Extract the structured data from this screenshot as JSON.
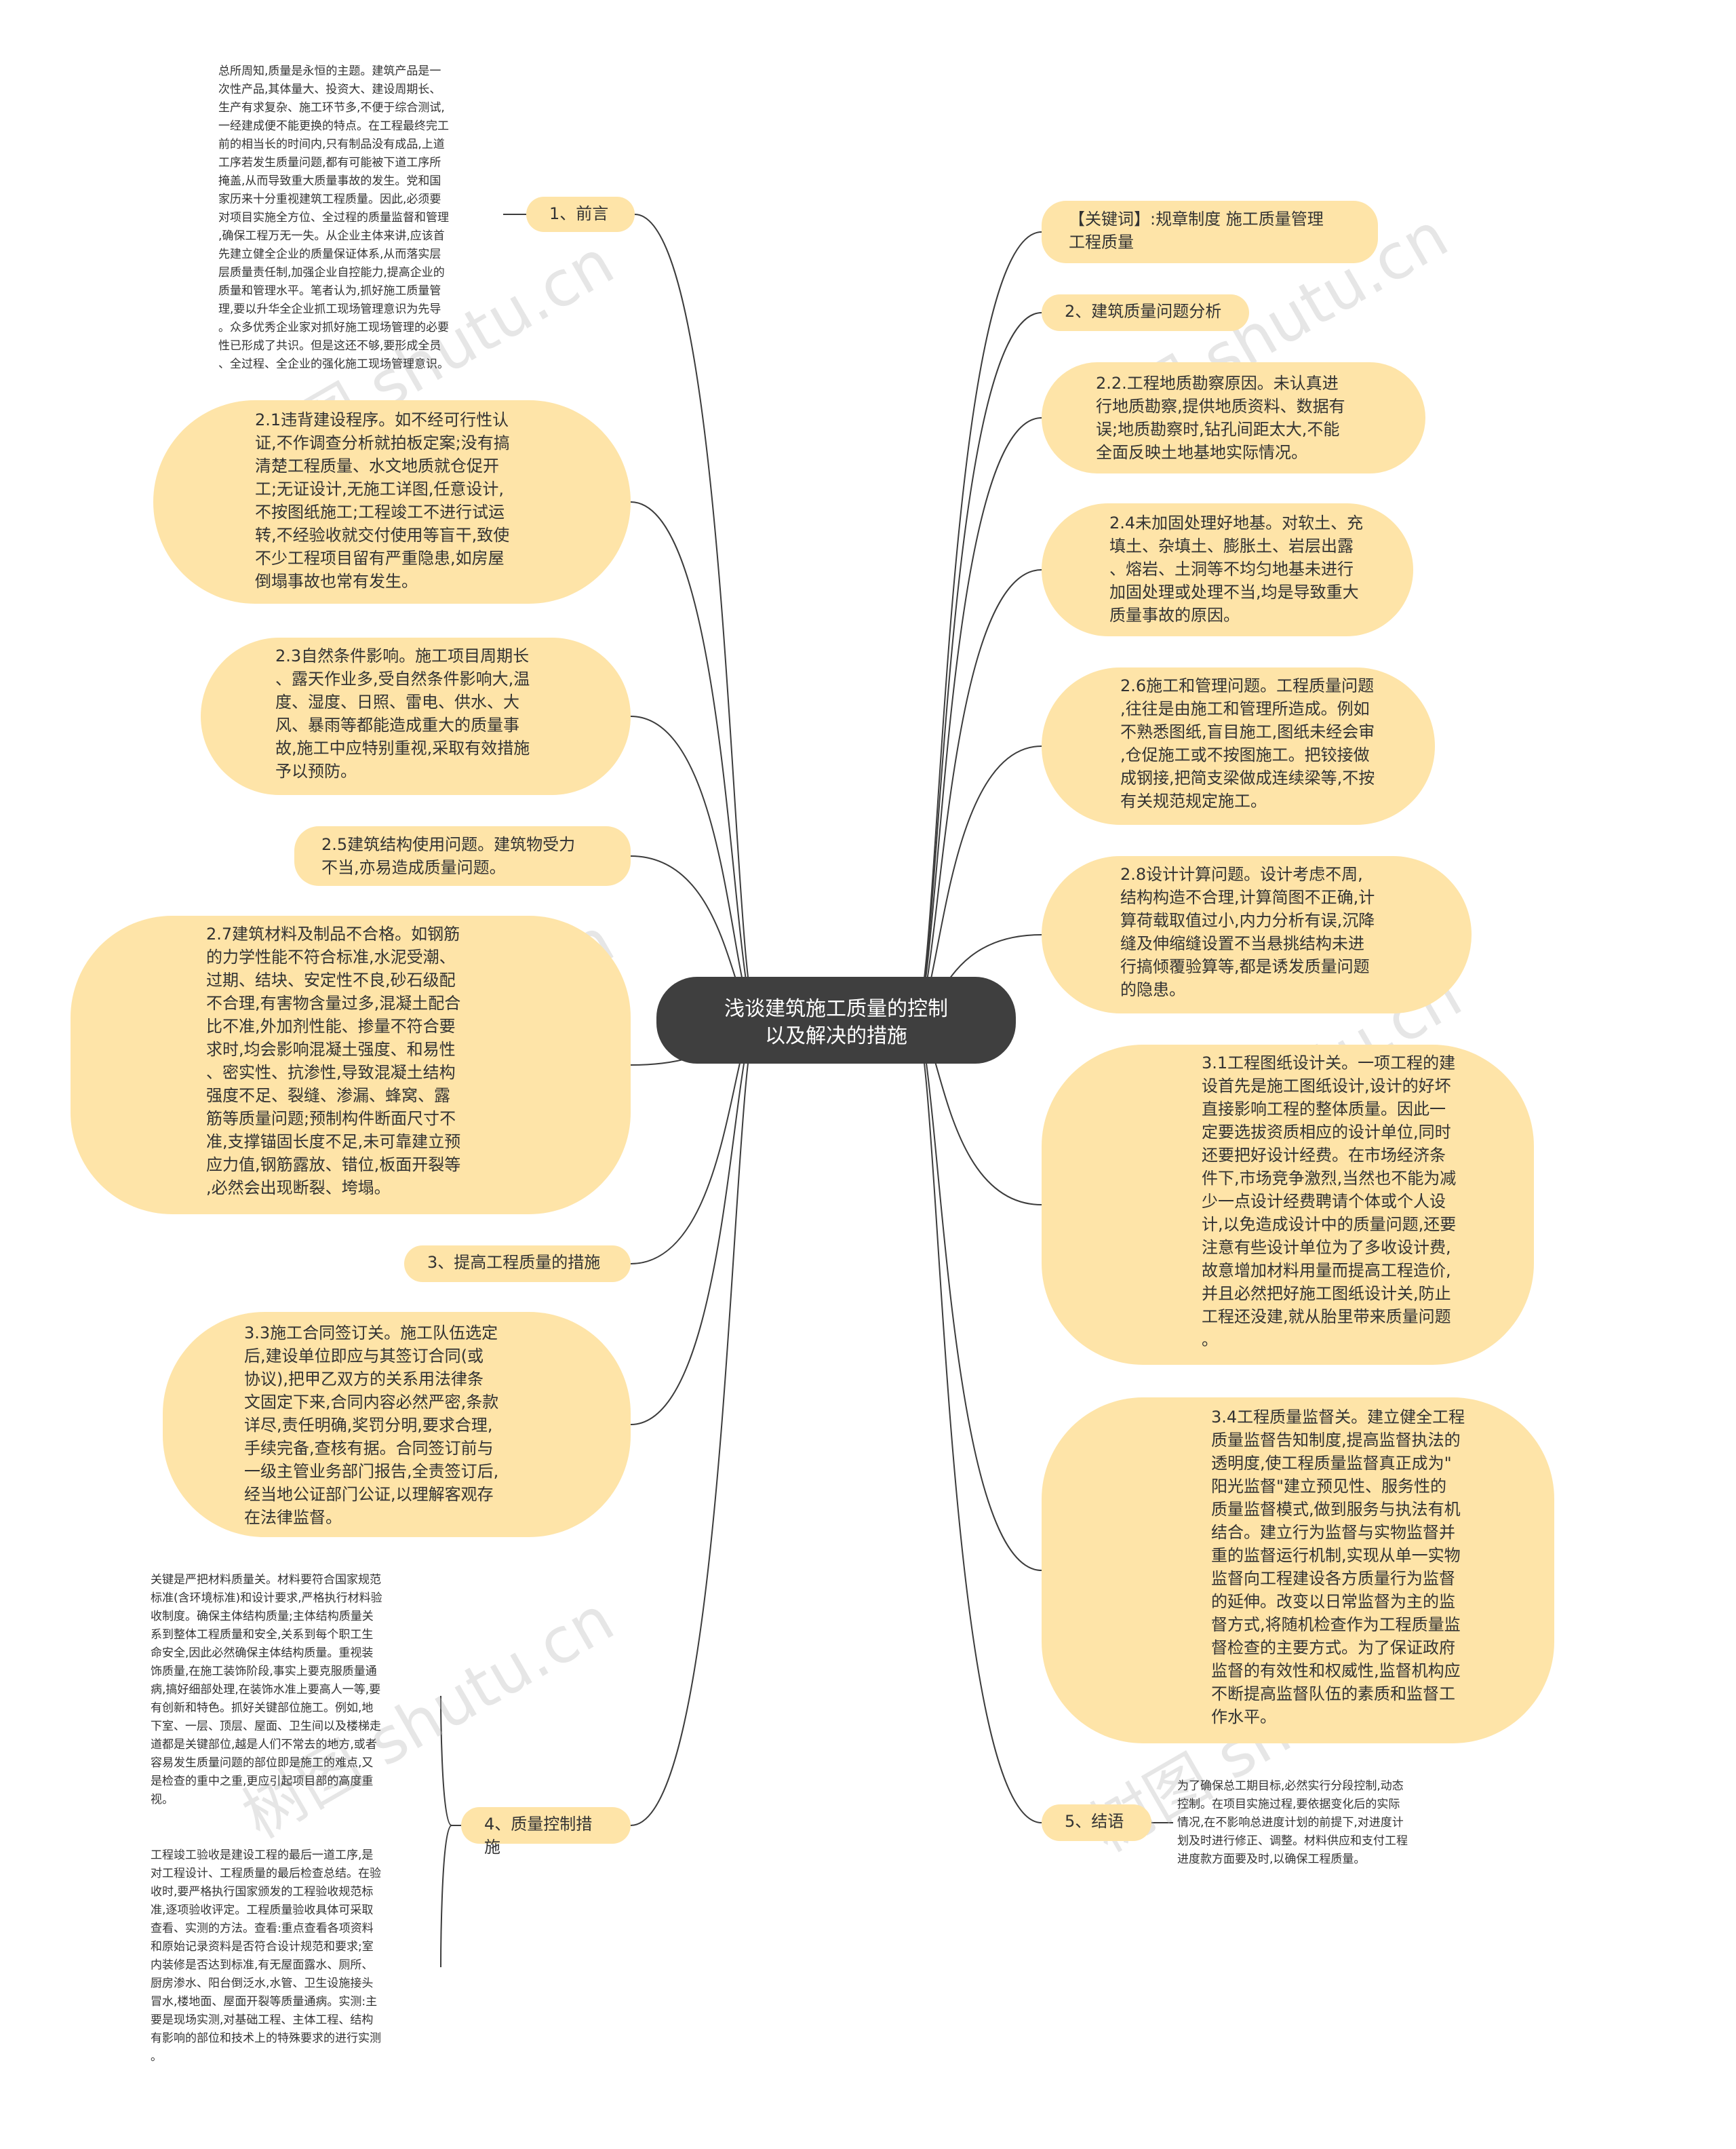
{
  "root": {
    "title": "浅谈建筑施工质量的控制\n以及解决的措施"
  },
  "left": {
    "preface_label": "1、前言",
    "preface_text": "总所周知,质量是永恒的主题。建筑产品是一\n次性产品,其体量大、投资大、建设周期长、\n生产有求复杂、施工环节多,不便于综合测试,\n一经建成便不能更换的特点。在工程最终完工\n前的相当长的时间内,只有制品没有成品,上道\n工序若发生质量问题,都有可能被下道工序所\n掩盖,从而导致重大质量事故的发生。党和国\n家历来十分重视建筑工程质量。因此,必须要\n对项目实施全方位、全过程的质量监督和管理\n,确保工程万无一失。从企业主体来讲,应该首\n先建立健全企业的质量保证体系,从而落实层\n层质量责任制,加强企业自控能力,提高企业的\n质量和管理水平。笔者认为,抓好施工质量管\n理,要以升华全企业抓工现场管理意识为先导\n。众多优秀企业家对抓好施工现场管理的必要\n性已形成了共识。但是这还不够,要形成全员\n、全过程、全企业的强化施工现场管理意识。",
    "n21": "2.1违背建设程序。如不经可行性认\n证,不作调查分析就拍板定案;没有搞\n清楚工程质量、水文地质就仓促开\n工;无证设计,无施工详图,任意设计,\n不按图纸施工;工程竣工不进行试运\n转,不经验收就交付使用等盲干,致使\n不少工程项目留有严重隐患,如房屋\n倒塌事故也常有发生。",
    "n23": "2.3自然条件影响。施工项目周期长\n、露天作业多,受自然条件影响大,温\n度、湿度、日照、雷电、供水、大\n风、暴雨等都能造成重大的质量事\n故,施工中应特别重视,采取有效措施\n予以预防。",
    "n25": "2.5建筑结构使用问题。建筑物受力\n不当,亦易造成质量问题。",
    "n27": "2.7建筑材料及制品不合格。如钢筋\n的力学性能不符合标准,水泥受潮、\n过期、结块、安定性不良,砂石级配\n不合理,有害物含量过多,混凝土配合\n比不准,外加剂性能、掺量不符合要\n求时,均会影响混凝土强度、和易性\n、密实性、抗渗性,导致混凝土结构\n强度不足、裂缝、渗漏、蜂窝、露\n筋等质量问题;预制构件断面尺寸不\n准,支撑锚固长度不足,未可靠建立预\n应力值,钢筋露放、错位,板面开裂等\n,必然会出现断裂、垮塌。",
    "s3_label": "3、提高工程质量的措施",
    "n33": "3.3施工合同签订关。施工队伍选定\n后,建设单位即应与其签订合同(或\n协议),把甲乙双方的关系用法律条\n文固定下来,合同内容必然严密,条款\n详尽,责任明确,奖罚分明,要求合理,\n手续完备,查核有据。合同签订前与\n一级主管业务部门报告,全责签订后,\n经当地公证部门公证,以理解客观存\n在法律监督。",
    "s4_label": "4、质量控制措施",
    "s4_text1": "关键是严把材料质量关。材料要符合国家规范\n标准(含环境标准)和设计要求,严格执行材料验\n收制度。确保主体结构质量;主体结构质量关\n系到整体工程质量和安全,关系到每个职工生\n命安全,因此必然确保主体结构质量。重视装\n饰质量,在施工装饰阶段,事实上要克服质量通\n病,搞好细部处理,在装饰水准上要高人一等,要\n有创新和特色。抓好关键部位施工。例如,地\n下室、一层、顶层、屋面、卫生间以及楼梯走\n道都是关键部位,越是人们不常去的地方,或者\n容易发生质量问题的部位即是施工的难点,又\n是检查的重中之重,更应引起项目部的高度重\n视。",
    "s4_text2": "工程竣工验收是建设工程的最后一道工序,是\n对工程设计、工程质量的最后检查总结。在验\n收时,要严格执行国家颁发的工程验收规范标\n准,逐项验收评定。工程质量验收具体可采取\n查看、实测的方法。查看:重点查看各项资料\n和原始记录资料是否符合设计规范和要求;室\n内装修是否达到标准,有无屋面露水、厕所、\n厨房渗水、阳台倒泛水,水管、卫生设施接头\n冒水,楼地面、屋面开裂等质量通病。实测:主\n要是现场实测,对基础工程、主体工程、结构\n有影响的部位和技术上的特殊要求的进行实测\n。"
  },
  "right": {
    "keywords": "【关键词】:规章制度 施工质量管理\n工程质量",
    "s2_label": "2、建筑质量问题分析",
    "n22": "2.2.工程地质勘察原因。未认真进\n行地质勘察,提供地质资料、数据有\n误;地质勘察时,钻孔间距太大,不能\n全面反映土地基地实际情况。",
    "n24": "2.4未加固处理好地基。对软土、充\n填土、杂填土、膨胀土、岩层出露\n、熔岩、土洞等不均匀地基未进行\n加固处理或处理不当,均是导致重大\n质量事故的原因。",
    "n26": "2.6施工和管理问题。工程质量问题\n,往往是由施工和管理所造成。例如\n不熟悉图纸,盲目施工,图纸未经会审\n,仓促施工或不按图施工。把铰接做\n成钢接,把简支梁做成连续梁等,不按\n有关规范规定施工。",
    "n28": "2.8设计计算问题。设计考虑不周,\n结构构造不合理,计算简图不正确,计\n算荷载取值过小,内力分析有误,沉降\n缝及伸缩缝设置不当悬挑结构未进\n行搞倾覆验算等,都是诱发质量问题\n的隐患。",
    "n31": "3.1工程图纸设计关。一项工程的建\n设首先是施工图纸设计,设计的好坏\n直接影响工程的整体质量。因此一\n定要选拔资质相应的设计单位,同时\n还要把好设计经费。在市场经济条\n件下,市场竞争激烈,当然也不能为减\n少一点设计经费聘请个体或个人设\n计,以免造成设计中的质量问题,还要\n注意有些设计单位为了多收设计费,\n故意增加材料用量而提高工程造价,\n并且必然把好施工图纸设计关,防止\n工程还没建,就从胎里带来质量问题\n。",
    "n34": "3.4工程质量监督关。建立健全工程\n质量监督告知制度,提高监督执法的\n透明度,使工程质量监督真正成为\"\n阳光监督\"建立预见性、服务性的\n质量监督模式,做到服务与执法有机\n结合。建立行为监督与实物监督并\n重的监督运行机制,实现从单一实物\n监督向工程建设各方质量行为监督\n的延伸。改变以日常监督为主的监\n督方式,将随机检查作为工程质量监\n督检查的主要方式。为了保证政府\n监督的有效性和权威性,监督机构应\n不断提高监督队伍的素质和监督工\n作水平。",
    "s5_label": "5、结语",
    "s5_text": "为了确保总工期目标,必然实行分段控制,动态\n控制。在项目实施过程,要依据变化后的实际\n情况,在不影响总进度计划的前提下,对进度计\n划及时进行修正、调整。材料供应和支付工程\n进度款方面要及时,以确保工程质量。"
  },
  "watermark": "树图 shutu.cn",
  "colors": {
    "node_fill": "#fee4a8",
    "root_fill": "#3f3f3f",
    "line": "#3c3c3c",
    "text": "#333333"
  }
}
